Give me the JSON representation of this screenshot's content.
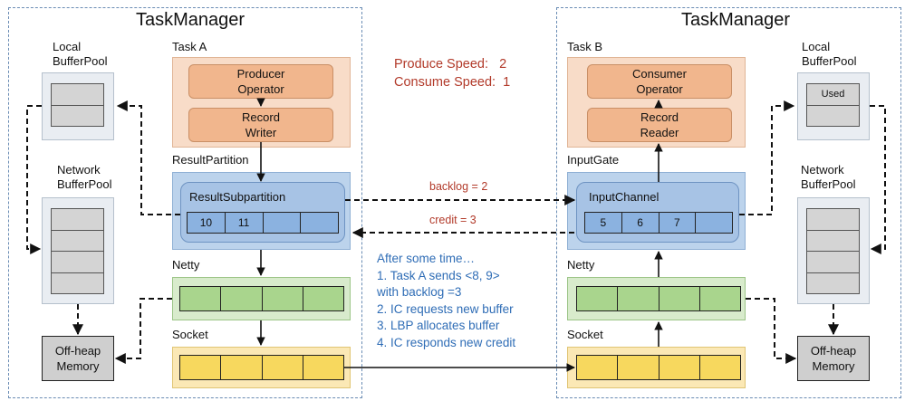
{
  "left": {
    "title": "TaskManager",
    "local_pool_label": [
      "Local",
      "BufferPool"
    ],
    "network_pool_label": [
      "Network",
      "BufferPool"
    ],
    "task_label": "Task A",
    "producer_op": [
      "Producer",
      "Operator"
    ],
    "record_writer": [
      "Record",
      "Writer"
    ],
    "result_partition_label": "ResultPartition",
    "result_subpartition_label": "ResultSubpartition",
    "buffers": [
      "10",
      "11",
      "",
      ""
    ],
    "netty_label": "Netty",
    "socket_label": "Socket",
    "offheap": [
      "Off-heap",
      "Memory"
    ]
  },
  "right": {
    "title": "TaskManager",
    "local_pool_label": [
      "Local",
      "BufferPool"
    ],
    "local_pool_used": "Used",
    "network_pool_label": [
      "Network",
      "BufferPool"
    ],
    "task_label": "Task B",
    "consumer_op": [
      "Consumer",
      "Operator"
    ],
    "record_reader": [
      "Record",
      "Reader"
    ],
    "input_gate_label": "InputGate",
    "input_channel_label": "InputChannel",
    "buffers": [
      "5",
      "6",
      "7",
      ""
    ],
    "netty_label": "Netty",
    "socket_label": "Socket",
    "offheap": [
      "Off-heap",
      "Memory"
    ]
  },
  "speeds": {
    "produce": "Produce Speed:   2",
    "consume": "Consume Speed:  1"
  },
  "links": {
    "backlog": "backlog = 2",
    "credit": "credit = 3"
  },
  "steps": {
    "heading": "After some time…",
    "items": [
      "1.    Task A sends <8, 9>",
      "with backlog =3",
      "2.    IC requests new buffer",
      "3.    LBP allocates buffer",
      "4.    IC responds new credit"
    ]
  },
  "colors": {
    "task": "#f8dcc8",
    "operator": "#f1b68d",
    "partition": "#bcd3ec",
    "subpartition": "#a7c3e5",
    "netty": "#a9d58d",
    "socket": "#f7d85e",
    "speed_text": "#b23a2a",
    "steps_text": "#2f6db6"
  }
}
